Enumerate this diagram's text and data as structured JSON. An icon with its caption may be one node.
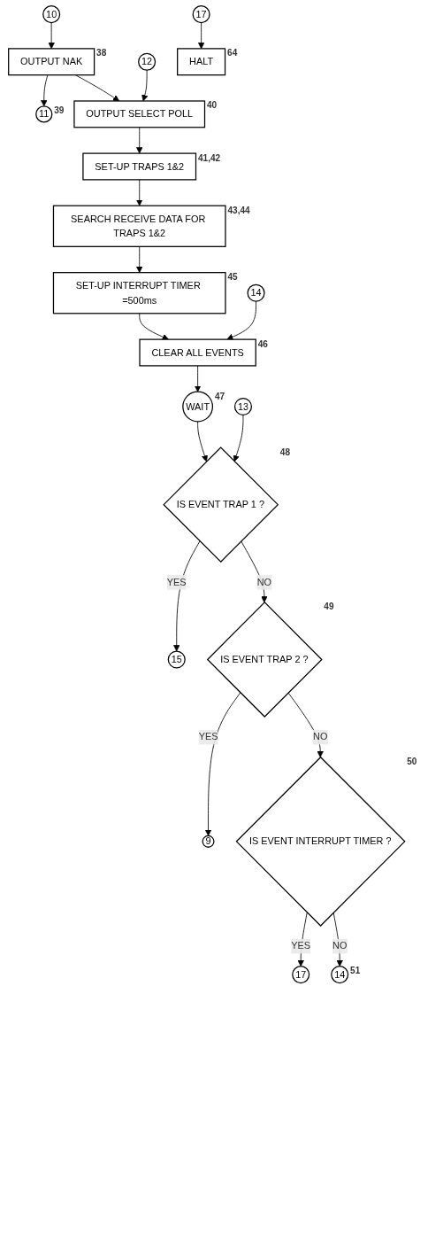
{
  "diagram": {
    "nodes": [
      {
        "text": [
          "10"
        ]
      },
      {
        "text": [
          "OUTPUT NAK"
        ],
        "beside": [
          "38"
        ]
      },
      {
        "text": [
          "11"
        ],
        "beside": [
          "39"
        ]
      },
      {
        "text": [
          "12"
        ]
      },
      {
        "text": [
          "OUTPUT SELECT POLL"
        ],
        "beside": [
          "40"
        ]
      },
      {
        "text": [
          "SET-UP TRAPS 1&2"
        ],
        "beside": [
          "41,42"
        ]
      },
      {
        "text": [
          "SEARCH RECEIVE DATA FOR TRAPS 1&2"
        ],
        "beside": [
          "43,44"
        ]
      },
      {
        "text": [
          "17"
        ]
      },
      {
        "text": [
          "HALT"
        ],
        "beside": [
          "64"
        ]
      },
      {
        "text": [
          "SET-UP INTERRUPT TIMER =500ms"
        ],
        "beside": [
          "45"
        ]
      },
      {
        "text": [
          "14"
        ]
      },
      {
        "text": [
          "CLEAR ALL EVENTS"
        ],
        "beside": [
          "46"
        ]
      },
      {
        "text": [
          "WAIT"
        ],
        "beside": [
          "47"
        ]
      },
      {
        "text": [
          "13"
        ]
      },
      {
        "text": [
          "IS EVENT TRAP 1 ?"
        ],
        "beside": [
          "48"
        ]
      },
      {
        "text": [
          "15"
        ]
      },
      {
        "text": [
          "IS EVENT TRAP 2 ?"
        ],
        "beside": [
          "49"
        ]
      },
      {
        "text": [
          "9"
        ]
      },
      {
        "text": [
          "IS EVENT INTERRUPT TIMER ?"
        ],
        "beside": [
          "50"
        ]
      },
      {
        "text": [
          "17"
        ]
      },
      {
        "text": [
          "14"
        ],
        "beside": [
          "51"
        ]
      }
    ],
    "edges": [
      {
        "from": 0,
        "to": 1,
        "arrow": "to"
      },
      {
        "from": 1,
        "to": 2,
        "arrow": "to"
      },
      {
        "from": 1,
        "to": 4,
        "arrow": "to"
      },
      {
        "from": 3,
        "to": 4,
        "arrow": "to"
      },
      {
        "from": 4,
        "to": 5,
        "arrow": "to"
      },
      {
        "from": 5,
        "to": 6,
        "arrow": "to"
      },
      {
        "from": 6,
        "to": 9,
        "arrow": "to"
      },
      {
        "from": 7,
        "to": 8,
        "arrow": "to"
      },
      {
        "from": 9,
        "to": 11,
        "arrow": "to"
      },
      {
        "from": 10,
        "to": 11,
        "arrow": "to"
      },
      {
        "from": 11,
        "to": 12,
        "arrow": "to"
      },
      {
        "from": 12,
        "to": 14,
        "arrow": "to"
      },
      {
        "from": 13,
        "to": 14,
        "arrow": "to"
      },
      {
        "from": 14,
        "to": 15,
        "arrow": "to",
        "label": "YES"
      },
      {
        "from": 14,
        "to": 16,
        "arrow": "to",
        "label": "NO"
      },
      {
        "from": 16,
        "to": 17,
        "arrow": "to",
        "label": "YES"
      },
      {
        "from": 16,
        "to": 18,
        "arrow": "to",
        "label": "NO"
      },
      {
        "from": 18,
        "to": 19,
        "arrow": "to",
        "label": "YES"
      },
      {
        "from": 18,
        "to": 20,
        "arrow": "to",
        "label": "NO"
      }
    ]
  }
}
